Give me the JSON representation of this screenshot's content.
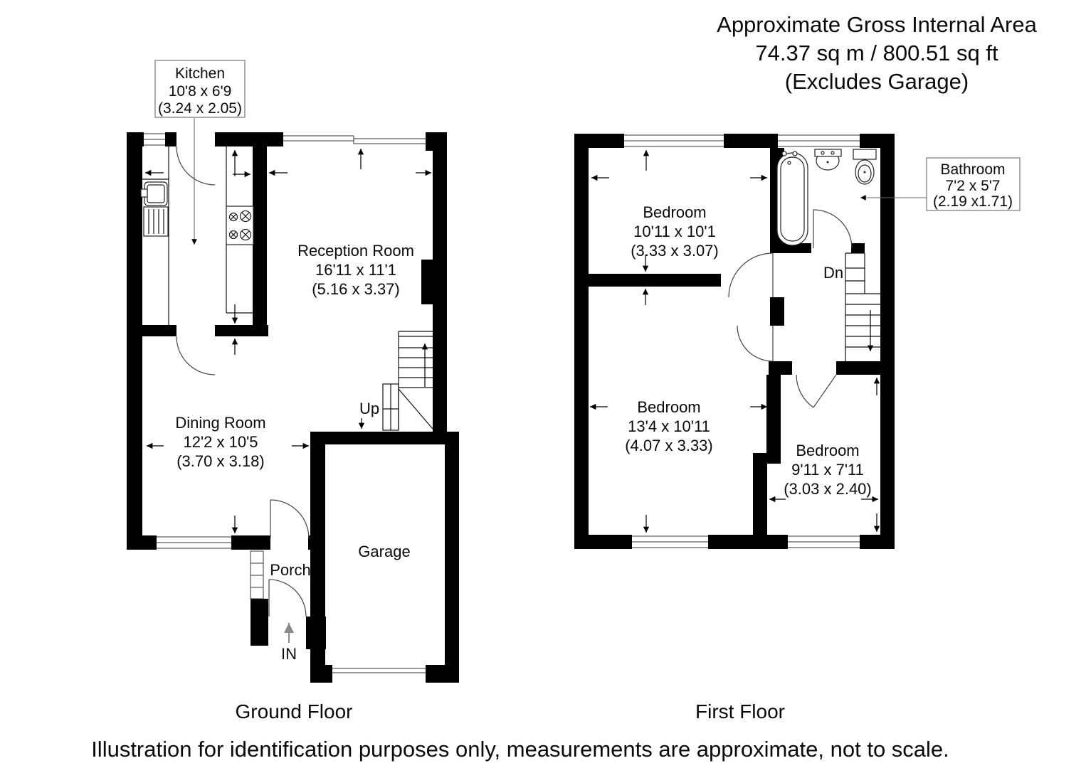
{
  "title": {
    "line1": "Approximate Gross Internal Area",
    "line2": "74.37 sq m / 800.51 sq ft",
    "line3": "(Excludes Garage)"
  },
  "ground_floor": {
    "floor_label": "Ground Floor",
    "kitchen": {
      "name": "Kitchen",
      "size_imperial": "10'8 x 6'9",
      "size_metric": "(3.24 x 2.05)"
    },
    "reception": {
      "name": "Reception Room",
      "size_imperial": "16'11 x 11'1",
      "size_metric": "(5.16 x 3.37)"
    },
    "dining": {
      "name": "Dining Room",
      "size_imperial": "12'2 x 10'5",
      "size_metric": "(3.70 x 3.18)"
    },
    "garage": {
      "name": "Garage"
    },
    "porch": {
      "name": "Porch"
    },
    "stairs": {
      "direction": "Up"
    },
    "entrance": {
      "label": "IN"
    }
  },
  "first_floor": {
    "floor_label": "First Floor",
    "bedroom1": {
      "name": "Bedroom",
      "size_imperial": "10'11 x 10'1",
      "size_metric": "(3.33 x 3.07)"
    },
    "bedroom2": {
      "name": "Bedroom",
      "size_imperial": "13'4 x 10'11",
      "size_metric": "(4.07 x 3.33)"
    },
    "bedroom3": {
      "name": "Bedroom",
      "size_imperial": "9'11 x 7'11",
      "size_metric": "(3.03 x 2.40)"
    },
    "bathroom": {
      "name": "Bathroom",
      "size_imperial": "7'2 x 5'7",
      "size_metric": "(2.19 x1.71)"
    },
    "stairs": {
      "direction": "Dn"
    }
  },
  "footer": {
    "disclaimer": "Illustration for identification purposes only, measurements are approximate, not to scale."
  },
  "colors": {
    "wall": "#000000",
    "line": "#111111",
    "leader": "#666666",
    "background": "#ffffff"
  }
}
